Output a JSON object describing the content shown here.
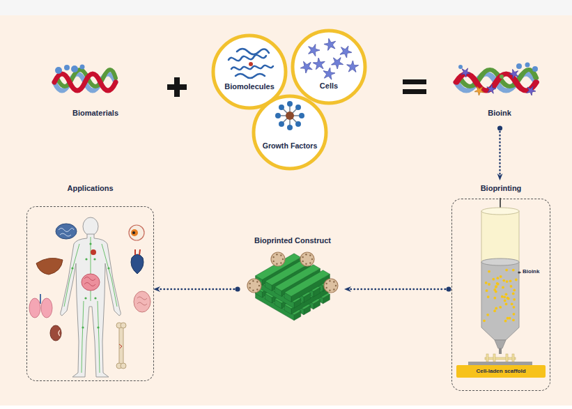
{
  "diagram": {
    "nodes": [
      {
        "text": [
          "Biomaterials"
        ]
      },
      {
        "text": [
          "Biomolecules"
        ]
      },
      {
        "text": [
          "Cells"
        ]
      },
      {
        "text": [
          "Growth Factors"
        ]
      },
      {
        "text": [
          "Bioink"
        ]
      },
      {
        "text": [
          "Bioprinting",
          "Bioink"
        ]
      },
      {
        "text": [
          "Cell-laden scaffold"
        ],
        "in": 5
      },
      {
        "text": [
          "Bioprinted Construct"
        ]
      },
      {
        "text": [
          "Applications"
        ]
      }
    ],
    "edges": [
      {
        "from": 4,
        "to": 5,
        "arrow": "to"
      },
      {
        "from": 5,
        "to": 7,
        "arrow": "to"
      },
      {
        "from": 7,
        "to": 8,
        "arrow": "to"
      }
    ]
  }
}
